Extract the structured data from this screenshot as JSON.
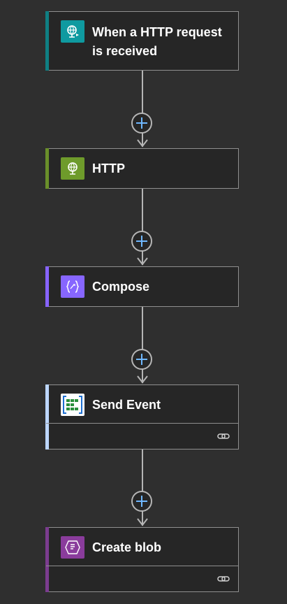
{
  "flow": {
    "steps": [
      {
        "title": "When a HTTP request is received",
        "icon": "http-request-trigger-icon",
        "accent": "#0f7f83",
        "icon_bg": "#0f9aa0",
        "has_footer": false
      },
      {
        "title": "HTTP",
        "icon": "http-globe-icon",
        "accent": "#6a8f2a",
        "icon_bg": "#6e9b2b",
        "has_footer": false
      },
      {
        "title": "Compose",
        "icon": "compose-braces-icon",
        "accent": "#8764ff",
        "icon_bg": "#8766ff",
        "has_footer": false
      },
      {
        "title": "Send Event",
        "icon": "event-hubs-icon",
        "accent": "#bcd6ff",
        "icon_bg": "#ffffff",
        "has_footer": true
      },
      {
        "title": "Create blob",
        "icon": "blob-storage-icon",
        "accent": "#7b3c8f",
        "icon_bg": "#8a3c9c",
        "has_footer": true
      }
    ],
    "colors": {
      "canvas_bg": "#2f2f2f",
      "card_bg": "#262626",
      "border": "#8f8f8f",
      "connector": "#b5b5b5",
      "plus": "#6fb8ff"
    }
  }
}
